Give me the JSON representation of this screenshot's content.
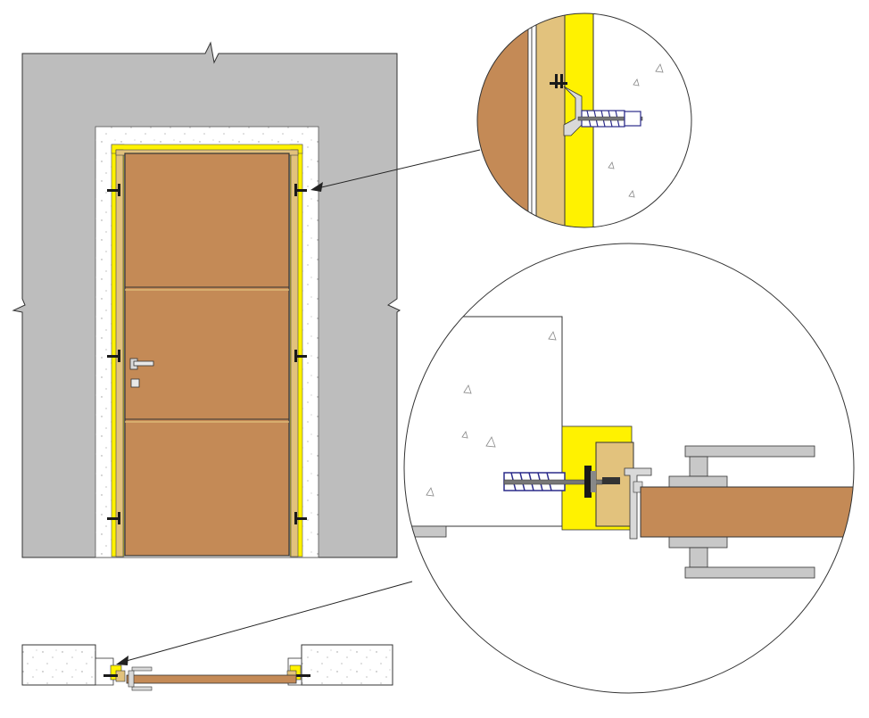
{
  "colors": {
    "wall": "#bdbdbd",
    "plaster": "#ffffff",
    "foam": "#fff200",
    "frame": "#e2c27d",
    "door_leaf": "#c48a56",
    "hardware": "#1a1a1a",
    "dowel": "#2b2b8a",
    "outline": "#333333",
    "hinge_grey": "#c8c8c8"
  },
  "views": [
    {
      "name": "front-elevation",
      "icon": "door-elevation-icon"
    },
    {
      "name": "detail-anchor",
      "icon": "anchor-bolt-detail-icon"
    },
    {
      "name": "detail-section",
      "icon": "frame-section-detail-icon"
    },
    {
      "name": "plan-section",
      "icon": "plan-section-icon"
    }
  ]
}
